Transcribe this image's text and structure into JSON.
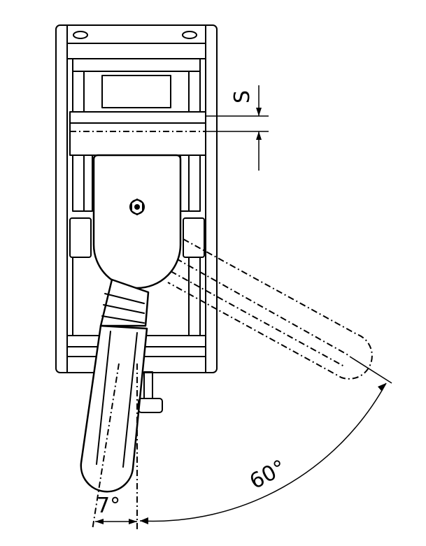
{
  "labels": {
    "gap": "S",
    "swing_angle": "60°",
    "tilt_angle": "7°"
  }
}
